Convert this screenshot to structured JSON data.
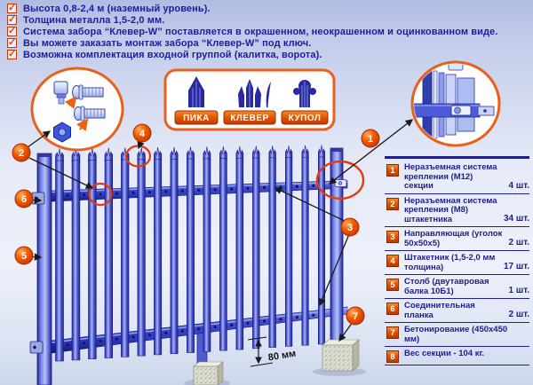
{
  "header": {
    "items": [
      "Высота 0,8-2,4 м (наземный уровень).",
      "Толщина металла 1,5-2,0 мм.",
      "Система забора “Клевер-W” поставляется в окрашенном, неокрашенном и оцинкованном виде.",
      "Вы можете заказать монтаж забора “Клевер-W” под ключ.",
      "Возможна комплектация входной группой (калитка, ворота)."
    ]
  },
  "types_panel": {
    "labels": [
      "ПИКА",
      "КЛЕВЕР",
      "КУПОЛ"
    ]
  },
  "diagram_markers": [
    "1",
    "2",
    "3",
    "4",
    "5",
    "6",
    "7"
  ],
  "dimension": {
    "label": "80 мм"
  },
  "diagram": {
    "picket_count": 17,
    "rail_count": 2,
    "post_count": 1
  },
  "legend": {
    "items": [
      {
        "num": "1",
        "name": "Неразъемная система крепления (М12) секции",
        "qty": "4 шт."
      },
      {
        "num": "2",
        "name": "Неразъемная система крепления (М8) штакетника",
        "qty": "34 шт."
      },
      {
        "num": "3",
        "name": "Направляющая (уголок 50х50х5)",
        "qty": "2 шт."
      },
      {
        "num": "4",
        "name": "Штакетник (1,5-2,0 мм толщина)",
        "qty": "17 шт."
      },
      {
        "num": "5",
        "name": "Столб (двутавровая балка 10Б1)",
        "qty": "1 шт."
      },
      {
        "num": "6",
        "name": "Соединительная планка",
        "qty": "2 шт."
      },
      {
        "num": "7",
        "name": "Бетонирование (450х450 мм)",
        "qty": ""
      },
      {
        "num": "8",
        "name": "Вес секции - 104 кг.",
        "qty": ""
      }
    ]
  },
  "colors": {
    "accent_orange": "#e8611c",
    "navy_text": "#1d1d9d",
    "fence_blue": "#4f5fd8",
    "highlight_red": "#e43a10",
    "background_lavender": "#bfc9e9"
  }
}
